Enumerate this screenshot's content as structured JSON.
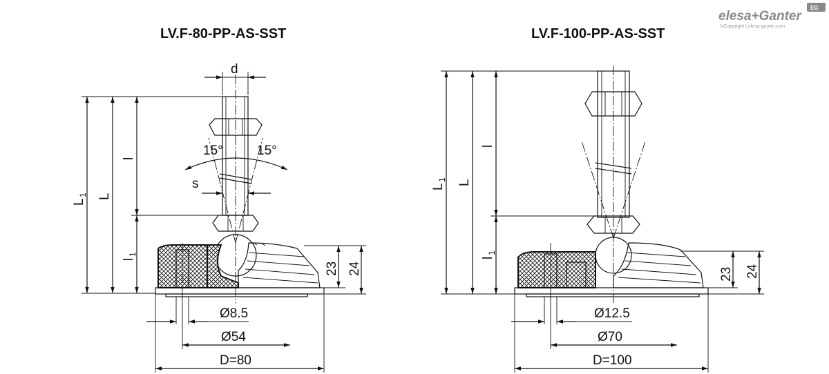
{
  "brand": {
    "logo_text": "elesa+Ganter",
    "copyright": "©Copyright | elesa-ganter.com",
    "badge": "EG"
  },
  "left": {
    "title": "LV.F-80-PP-AS-SST",
    "labels": {
      "d": "d",
      "angle_left": "15°",
      "angle_right": "15°",
      "s": "s",
      "L1_main": "L",
      "L1_sub": "1",
      "L": "L",
      "l": "l",
      "l1_main": "l",
      "l1_sub": "1",
      "h23": "23",
      "h24": "24",
      "dia_small": "Ø8.5",
      "dia_mid": "Ø54",
      "dia_base": "D=80"
    }
  },
  "right": {
    "title": "LV.F-100-PP-AS-SST",
    "labels": {
      "L1_main": "L",
      "L1_sub": "1",
      "L": "L",
      "l": "l",
      "l1_main": "l",
      "l1_sub": "1",
      "h23": "23",
      "h24": "24",
      "dia_small": "Ø12.5",
      "dia_mid": "Ø70",
      "dia_base": "D=100"
    }
  }
}
